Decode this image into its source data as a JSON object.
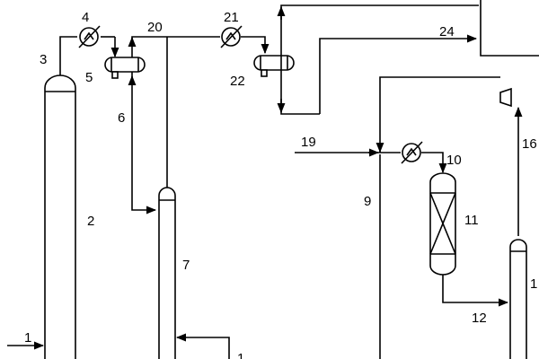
{
  "diagram": {
    "labels": {
      "l1": "1",
      "l2": "2",
      "l3": "3",
      "l4": "4",
      "l5": "5",
      "l6": "6",
      "l7": "7",
      "l9": "9",
      "l10": "10",
      "l11": "11",
      "l12": "12",
      "l16": "16",
      "l19": "19",
      "l20": "20",
      "l21": "21",
      "l22": "22",
      "l24": "24",
      "l1_right": "1",
      "l1_bottom": "1"
    }
  }
}
